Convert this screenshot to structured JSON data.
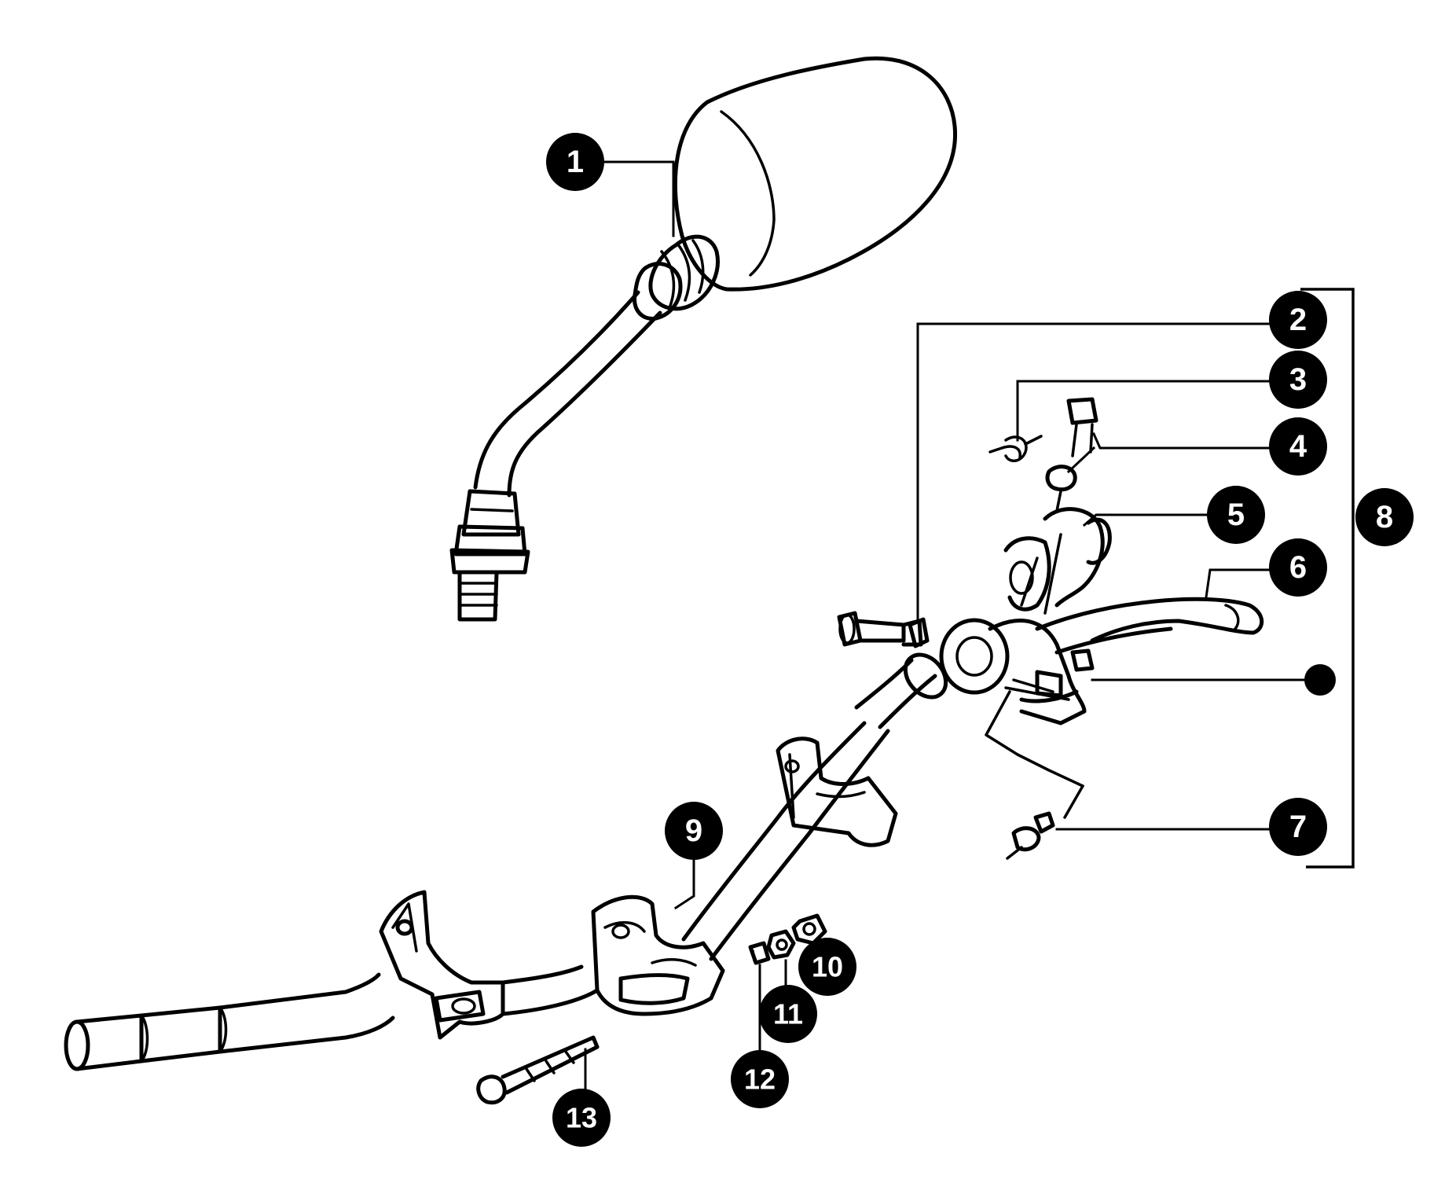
{
  "callouts": [
    {
      "id": "1",
      "label": "1"
    },
    {
      "id": "2",
      "label": "2"
    },
    {
      "id": "3",
      "label": "3"
    },
    {
      "id": "4",
      "label": "4"
    },
    {
      "id": "5",
      "label": "5"
    },
    {
      "id": "6",
      "label": "6"
    },
    {
      "id": "7",
      "label": "7"
    },
    {
      "id": "8",
      "label": "8"
    },
    {
      "id": "9",
      "label": "9"
    },
    {
      "id": "10",
      "label": "10"
    },
    {
      "id": "11",
      "label": "11"
    },
    {
      "id": "12",
      "label": "12"
    },
    {
      "id": "13",
      "label": "13"
    }
  ],
  "colors": {
    "line": "#000000",
    "callout_fill": "#000000",
    "callout_text": "#ffffff",
    "background": "#ffffff"
  }
}
